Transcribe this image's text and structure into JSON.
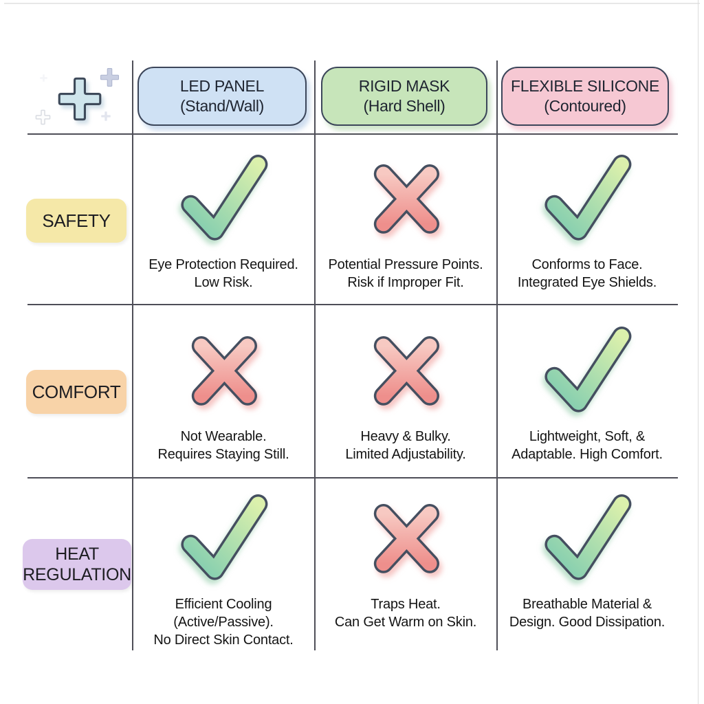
{
  "decor": {
    "main_icon": "medical-plus-icon",
    "colors": {
      "main_fill": "#cfe5ec",
      "main_stroke": "#3e4a5a",
      "small_fill": "#c9cfe2"
    }
  },
  "grid": {
    "line_color": "#4e4e57"
  },
  "table": {
    "columns": [
      {
        "label": [
          "LED PANEL",
          "(Stand/Wall)"
        ],
        "fill": "#cfe1f4",
        "border": "#3c465a"
      },
      {
        "label": [
          "RIGID MASK",
          "(Hard Shell)"
        ],
        "fill": "#c7e5ba",
        "border": "#3c465a"
      },
      {
        "label": [
          "FLEXIBLE SILICONE",
          "(Contoured)"
        ],
        "fill": "#f6c8d3",
        "border": "#3c465a"
      }
    ],
    "rows": [
      {
        "label": "SAFETY",
        "fill": "#f5e8a8",
        "cells": [
          {
            "mark": "check",
            "text": [
              "Eye Protection Required.",
              "Low Risk."
            ]
          },
          {
            "mark": "cross",
            "text": [
              "Potential Pressure Points.",
              "Risk if Improper Fit."
            ]
          },
          {
            "mark": "check",
            "text": [
              "Conforms to Face.",
              "Integrated Eye Shields."
            ]
          }
        ]
      },
      {
        "label": "COMFORT",
        "fill": "#f8d3a8",
        "cells": [
          {
            "mark": "cross",
            "text": [
              "Not Wearable.",
              "Requires Staying Still."
            ]
          },
          {
            "mark": "cross",
            "text": [
              "Heavy & Bulky.",
              "Limited Adjustability."
            ]
          },
          {
            "mark": "check",
            "text": [
              "Lightweight, Soft, &",
              "Adaptable. High Comfort."
            ]
          }
        ]
      },
      {
        "label": "HEAT REGULATION",
        "fill": "#dcc8ec",
        "cells": [
          {
            "mark": "check",
            "text": [
              "Efficient Cooling",
              "(Active/Passive).",
              "No Direct Skin Contact."
            ]
          },
          {
            "mark": "cross",
            "text": [
              "Traps Heat.",
              "Can Get Warm on Skin."
            ]
          },
          {
            "mark": "check",
            "text": [
              "Breathable Material &",
              "Design. Good Dissipation."
            ]
          }
        ]
      }
    ],
    "marks": {
      "check_gradient": [
        "#dbf0ac",
        "#7fccb0"
      ],
      "cross_gradient": [
        "#f7c9c2",
        "#ee8f8c"
      ],
      "outline": "#454f60"
    }
  }
}
